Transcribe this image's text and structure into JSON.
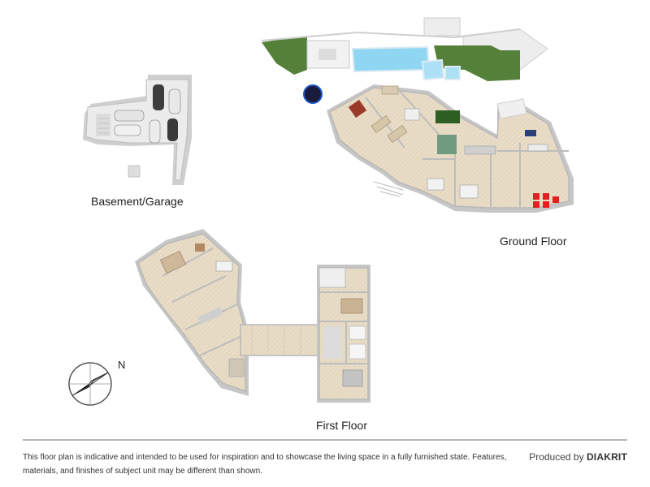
{
  "floors": {
    "basement": "Basement/Garage",
    "ground": "Ground Floor",
    "first": "First Floor"
  },
  "compass": {
    "north": "N"
  },
  "footer": {
    "disclaimer": "This floor plan is indicative and intended to be used for inspiration and to showcase the living space in a fully furnished state. Features, materials, and finishes of subject unit may be different than shown.",
    "produced_by": "Produced by",
    "brand": "DIAKRIT"
  },
  "colors": {
    "floor": "#e7dac3",
    "wall": "#f4f4f4",
    "wall_shadow": "#c9c9c9",
    "lawn": "#56803a",
    "pool": "#8fd4f0",
    "car_dark": "#3a3a3a",
    "car_light": "#e6e6e6",
    "red_chairs": "#e32020"
  }
}
